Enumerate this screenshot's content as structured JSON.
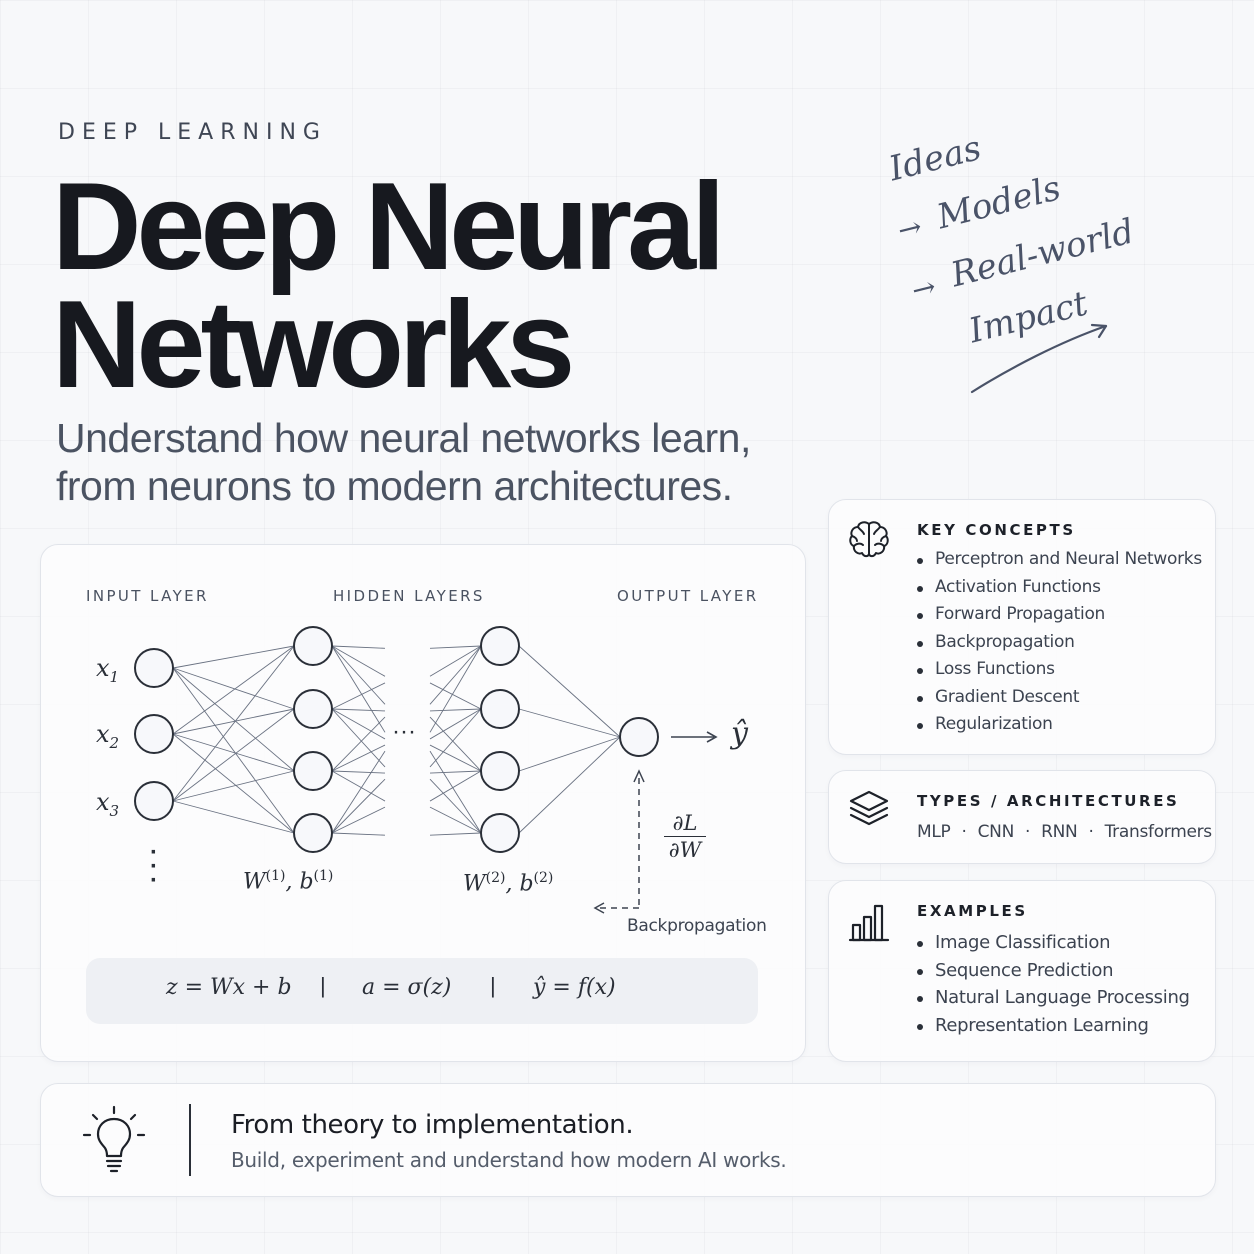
{
  "eyebrow": "DEEP LEARNING",
  "title_line1": "Deep Neural",
  "title_line2": "Networks",
  "subtitle_line1": "Understand how neural networks learn,",
  "subtitle_line2": "from neurons to modern architectures.",
  "handwritten": {
    "w1": "Ideas",
    "w2": "Models",
    "w3": "Real-world",
    "w4": "Impact",
    "arrow": "→"
  },
  "diagram": {
    "input_label": "INPUT LAYER",
    "hidden_label": "HIDDEN LAYERS",
    "output_label": "OUTPUT LAYER",
    "inputs": [
      "x",
      "x",
      "x"
    ],
    "input_subs": [
      "1",
      "2",
      "3"
    ],
    "ellipsis": "···",
    "weights1": "W",
    "weights1_sup": "(1)",
    "bias1": ", b",
    "bias1_sup": "(1)",
    "weights2": "W",
    "weights2_sup": "(2)",
    "bias2": ", b",
    "bias2_sup": "(2)",
    "output": "ŷ",
    "grad_num": "∂L",
    "grad_den": "∂W",
    "backprop": "Backpropagation",
    "formula1": "z = Wx + b",
    "formula2": "a = σ(z)",
    "formula3": "ŷ = f(x)",
    "sep": "|"
  },
  "key_concepts": {
    "title": "KEY CONCEPTS",
    "icon": "brain-icon",
    "items": [
      "Perceptron and Neural Networks",
      "Activation Functions",
      "Forward Propagation",
      "Backpropagation",
      "Loss Functions",
      "Gradient Descent",
      "Regularization"
    ]
  },
  "types": {
    "title": "TYPES / ARCHITECTURES",
    "icon": "layers-icon",
    "items": [
      "MLP",
      "CNN",
      "RNN",
      "Transformers"
    ],
    "separator": "·"
  },
  "examples": {
    "title": "EXAMPLES",
    "icon": "bar-chart-icon",
    "items": [
      "Image Classification",
      "Sequence Prediction",
      "Natural Language Processing",
      "Representation Learning"
    ]
  },
  "footer": {
    "icon": "lightbulb-icon",
    "title": "From theory to implementation.",
    "subtitle": "Build, experiment and understand how modern AI works."
  }
}
